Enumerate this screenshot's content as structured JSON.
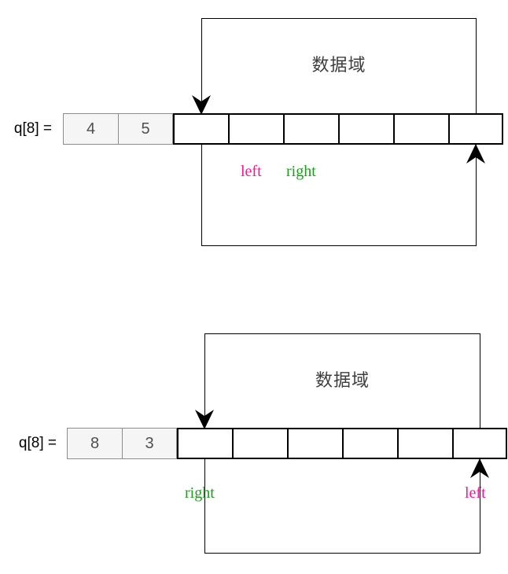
{
  "canvas": {
    "background": "#ffffff"
  },
  "colors": {
    "line": "#000000",
    "box_label_text": "#3d3d3d",
    "array_label_text": "#000000",
    "filled_cell_bg": "#f5f5f5",
    "filled_cell_border": "#8c8c8c",
    "filled_cell_text": "#4f4f4f",
    "empty_cell_border": "#000000",
    "pointer_left_pink": "#ff1493",
    "pointer_right_green": "#18a018"
  },
  "diagrams": [
    {
      "array_label": "q[8] =",
      "box_label": "数据域",
      "cells": [
        "4",
        "5",
        "",
        "",
        "",
        "",
        "",
        ""
      ],
      "pointers": [
        {
          "text": "left",
          "color": "#ff1493"
        },
        {
          "text": "right",
          "color": "#18a018"
        }
      ]
    },
    {
      "array_label": "q[8] =",
      "box_label": "数据域",
      "cells": [
        "8",
        "3",
        "",
        "",
        "",
        "",
        "",
        ""
      ],
      "pointers": [
        {
          "text": "right",
          "color": "#18a018"
        },
        {
          "text": "left",
          "color": "#ff1493"
        }
      ]
    }
  ]
}
